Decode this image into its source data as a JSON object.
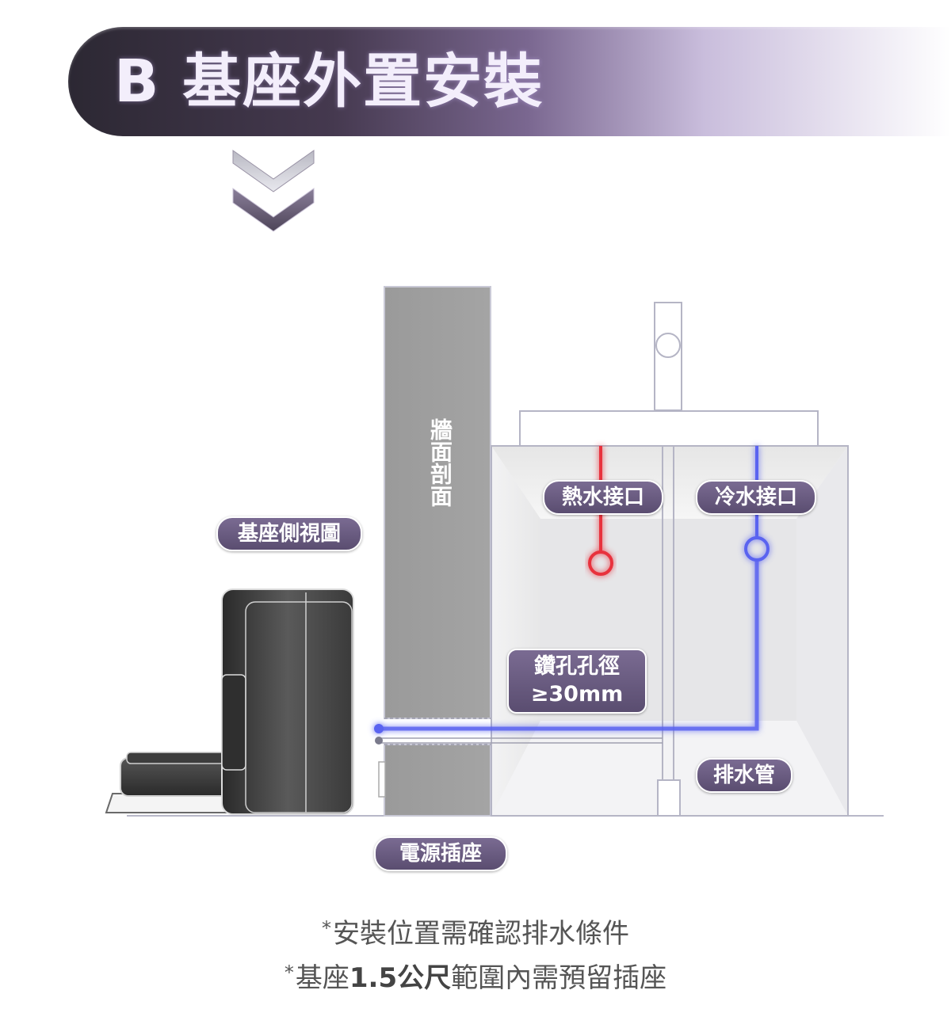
{
  "header": {
    "title": "B 基座外置安裝"
  },
  "diagram": {
    "wall_label": "牆面剖面",
    "base_side_view_label": "基座側視圖",
    "hot_water_label": "熱水接口",
    "cold_water_label": "冷水接口",
    "drill_label": "鑽孔孔徑",
    "drill_size": "≥30mm",
    "drain_label": "排水管",
    "power_label": "電源插座",
    "colors": {
      "hot_pipe": "#e8323c",
      "cold_pipe": "#5a63f0",
      "label_bg": "#6b5d82",
      "wall": "#9e9e9e"
    }
  },
  "notes": {
    "line1_prefix": "*",
    "line1": "安裝位置需確認排水條件",
    "line2_prefix": "*",
    "line2_a": "基座",
    "line2_b": "1.5公尺",
    "line2_c": "範圍內需預留插座"
  }
}
